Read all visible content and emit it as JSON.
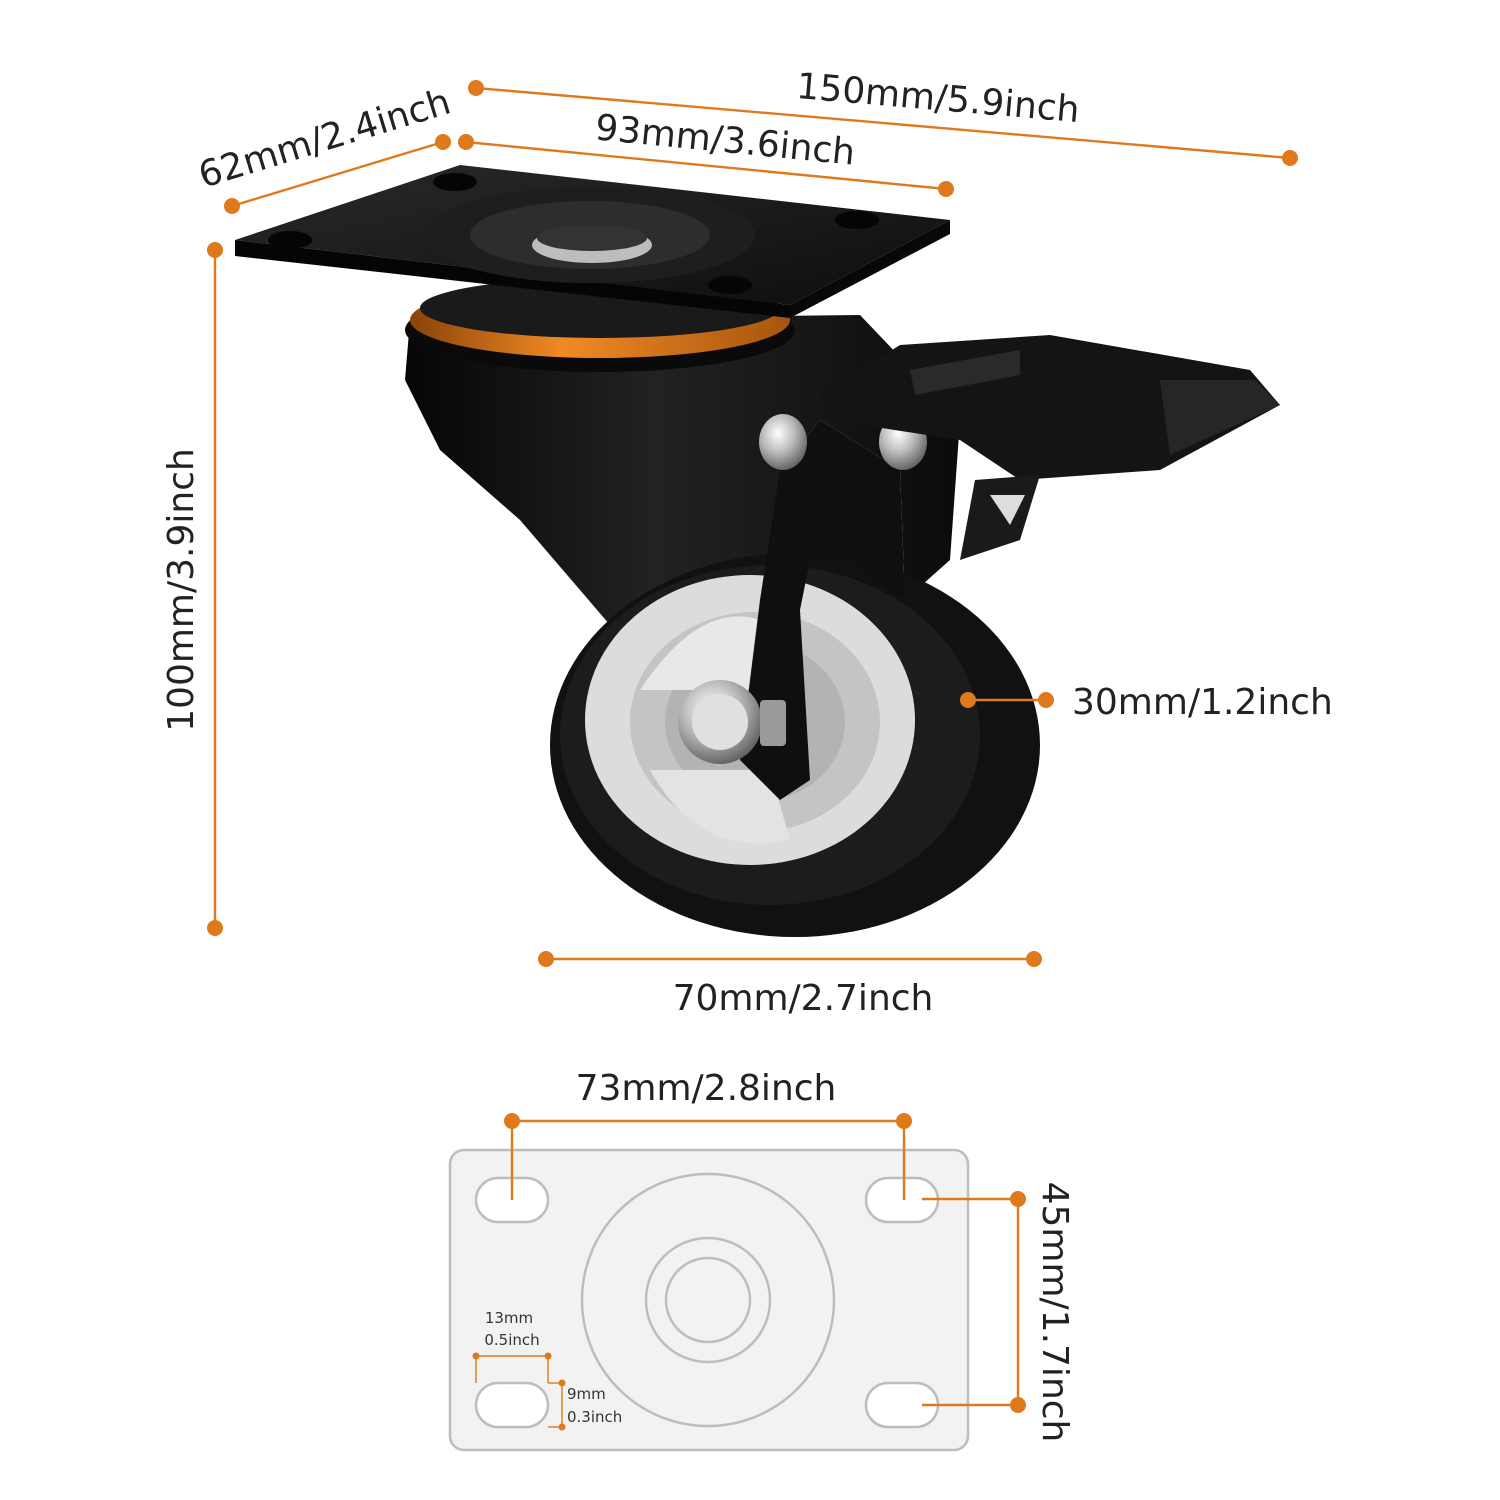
{
  "colors": {
    "accent": "#de7a1c",
    "caster_body": "#121212",
    "caster_highlight": "#2b2b2b",
    "wheel_core": "#d9d9d9",
    "plate_fill": "#f2f2f2",
    "plate_stroke": "#bdbdbd"
  },
  "dimensions": {
    "total_length": "150mm/5.9inch",
    "plate_width": "62mm/2.4inch",
    "plate_length": "93mm/3.6inch",
    "total_height": "100mm/3.9inch",
    "wheel_width": "30mm/1.2inch",
    "wheel_diameter": "70mm/2.7inch",
    "hole_spacing_length": "73mm/2.8inch",
    "hole_spacing_width": "45mm/1.7inch",
    "slot_length_mm": "13mm",
    "slot_length_inch": "0.5inch",
    "slot_width_mm": "9mm",
    "slot_width_inch": "0.3inch"
  }
}
